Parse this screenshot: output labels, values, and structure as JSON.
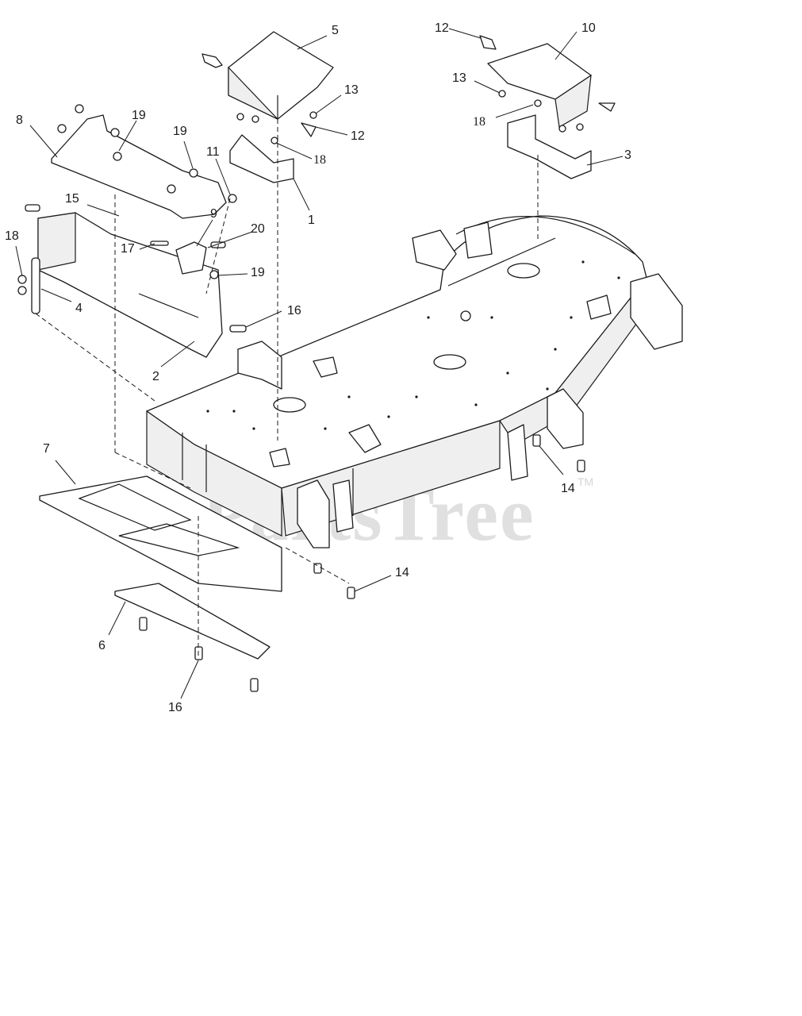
{
  "watermark": {
    "brand": "PartsTree",
    "trademark": "TM"
  },
  "callouts": {
    "c1": "1",
    "c2": "2",
    "c3": "3",
    "c4": "4",
    "c5": "5",
    "c6": "6",
    "c7": "7",
    "c8": "8",
    "c9": "9",
    "c10": "10",
    "c11": "11",
    "c12a": "12",
    "c12b": "12",
    "c13a": "13",
    "c13b": "13",
    "c14a": "14",
    "c14b": "14",
    "c15": "15",
    "c16a": "16",
    "c16b": "16",
    "c17": "17",
    "c18a": "18",
    "c18b": "18",
    "c18c": "18",
    "c19a": "19",
    "c19b": "19",
    "c19c": "19",
    "c20": "20"
  }
}
